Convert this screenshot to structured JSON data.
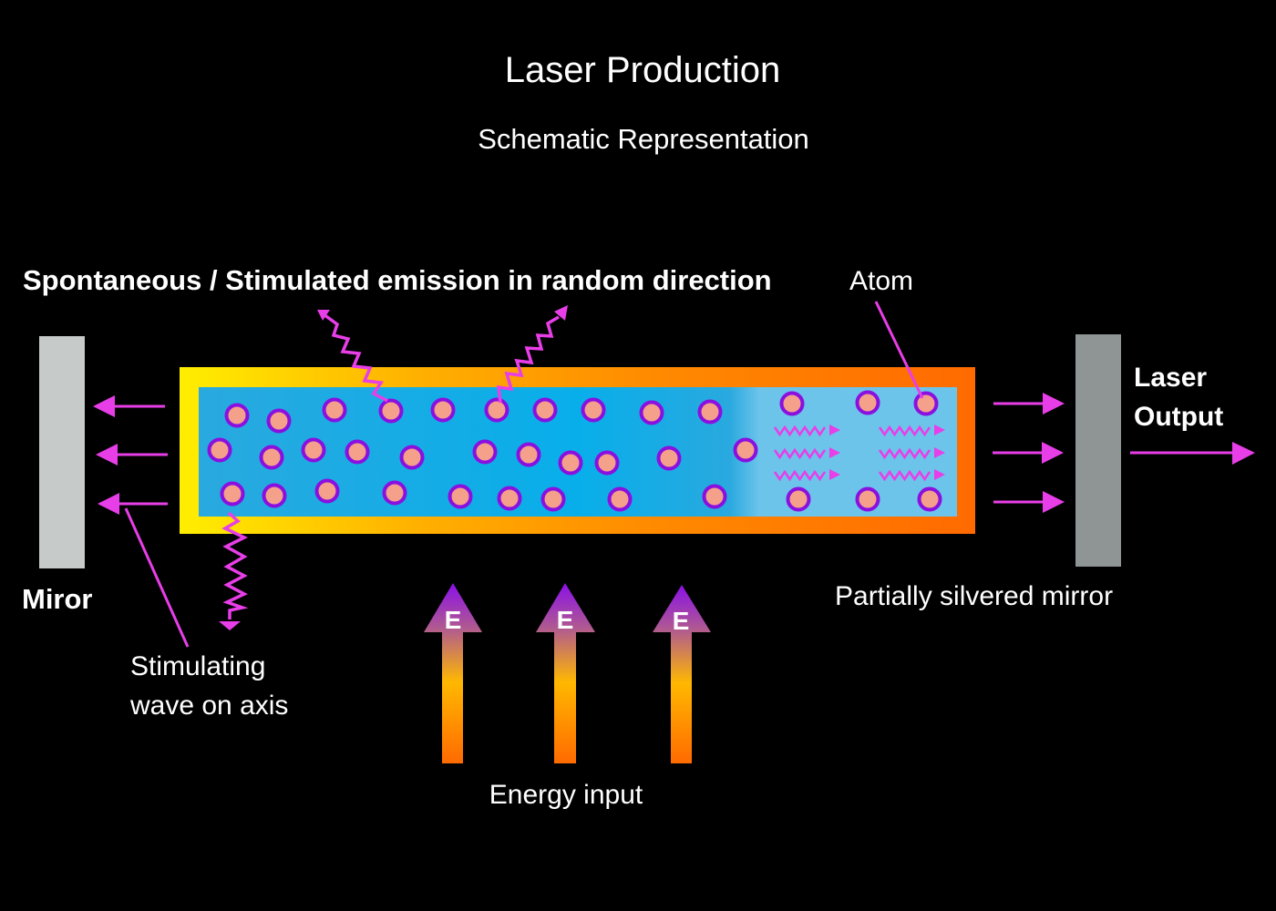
{
  "title": "Laser Production",
  "subtitle": "Schematic Representation",
  "labels": {
    "emission": "Spontaneous / Stimulated emission in random direction",
    "atom": "Atom",
    "laser_output_line1": "Laser",
    "laser_output_line2": "Output",
    "mirror": "Miror",
    "partial_mirror": "Partially silvered mirror",
    "stimulating_line1": "Stimulating",
    "stimulating_line2": "wave on axis",
    "energy_input": "Energy input",
    "energy_symbol": "E"
  },
  "colors": {
    "background": "#000000",
    "photon": "#e83ee8",
    "atom_fill": "#f4a08a",
    "atom_ring": "#8a10e0",
    "medium_blue": "#29a9df",
    "medium_light_blue": "#6cc4ea",
    "mirror_left": "#c6cac9",
    "mirror_right": "#8f9495",
    "tube_yellow": "#ffee00",
    "tube_orange": "#ff6a00",
    "energy_purple": "#8a10e8"
  },
  "energy_arrow_count": 3
}
